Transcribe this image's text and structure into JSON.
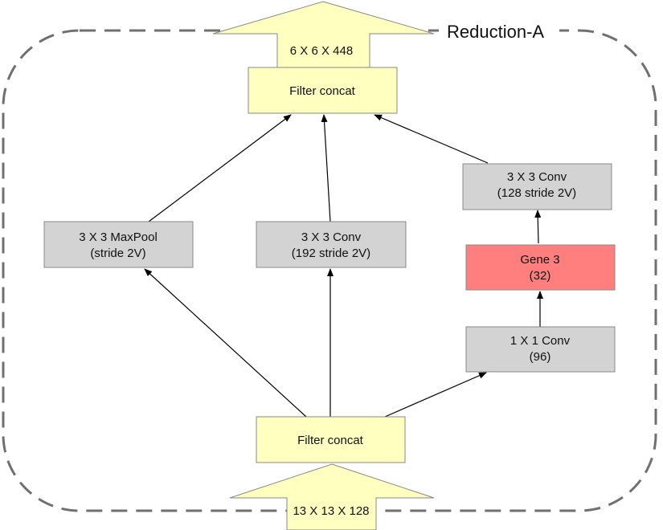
{
  "diagram": {
    "title": "Reduction-A",
    "colors": {
      "yellow": "#ffffc0",
      "gray": "#d3d3d3",
      "red": "#ff7f7f",
      "border": "#8a8a8a",
      "dashed_border": "#707070",
      "edge": "#000000"
    },
    "output_arrow": {
      "label": "6 X 6 X 448"
    },
    "input_arrow": {
      "label": "13 X 13 X 128"
    },
    "nodes": {
      "concat_top": {
        "lines": [
          "Filter concat"
        ]
      },
      "maxpool": {
        "lines": [
          "3 X 3 MaxPool",
          "(stride 2V)"
        ]
      },
      "conv_mid": {
        "lines": [
          "3 X 3 Conv",
          "(192 stride 2V)"
        ]
      },
      "conv_right_top": {
        "lines": [
          "3 X 3 Conv",
          "(128 stride 2V)"
        ]
      },
      "gene3": {
        "lines": [
          "Gene 3",
          "(32)"
        ]
      },
      "conv_1x1": {
        "lines": [
          "1 X 1 Conv",
          "(96)"
        ]
      },
      "concat_bottom": {
        "lines": [
          "Filter concat"
        ]
      }
    }
  }
}
